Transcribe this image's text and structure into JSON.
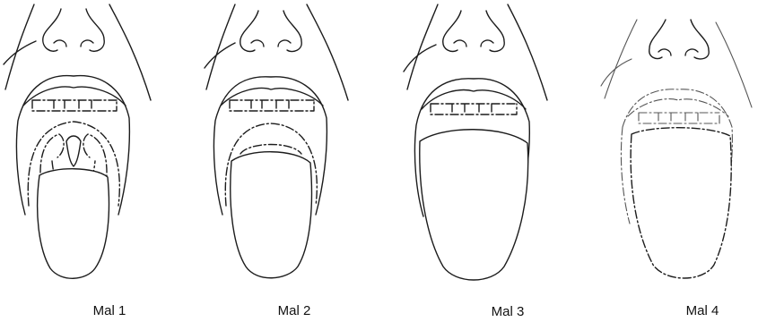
{
  "figure": {
    "panels": [
      {
        "label": "Mal 1"
      },
      {
        "label": "Mal 2"
      },
      {
        "label": "Mal 3"
      },
      {
        "label": "Mal 4"
      }
    ]
  }
}
